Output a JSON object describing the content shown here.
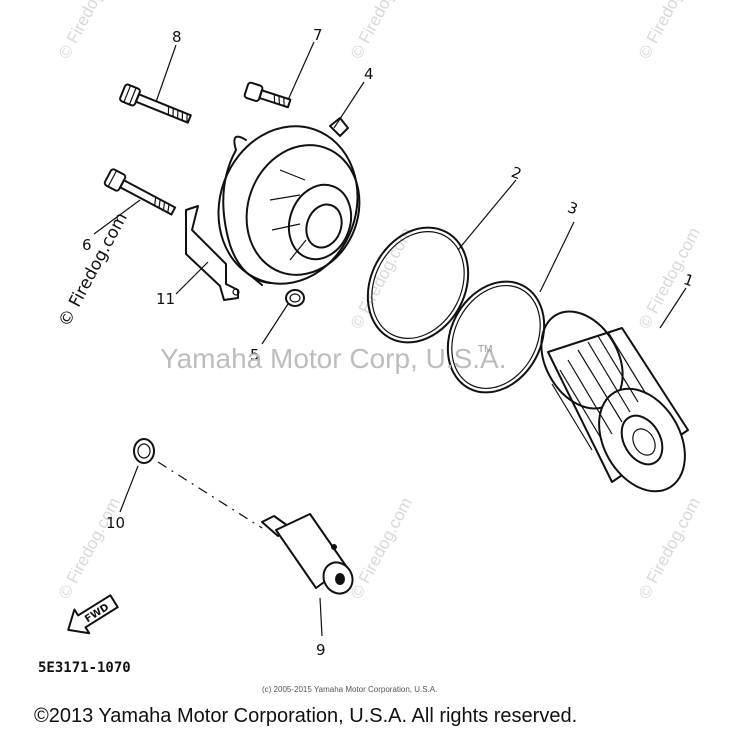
{
  "watermarks": {
    "firedog": "© Firedog.com",
    "center": "Yamaha Motor Corp, U.S.A.",
    "tm": "TM"
  },
  "callouts": [
    "1",
    "2",
    "3",
    "4",
    "5",
    "6",
    "7",
    "8",
    "9",
    "10",
    "11"
  ],
  "part_number": "5E3171-1070",
  "forward_label": "FWD",
  "copyright_small": "(c) 2005-2015 Yamaha Motor Corporation, U.S.A.",
  "copyright_bottom": "©2013 Yamaha Motor Corporation, U.S.A. All rights reserved."
}
